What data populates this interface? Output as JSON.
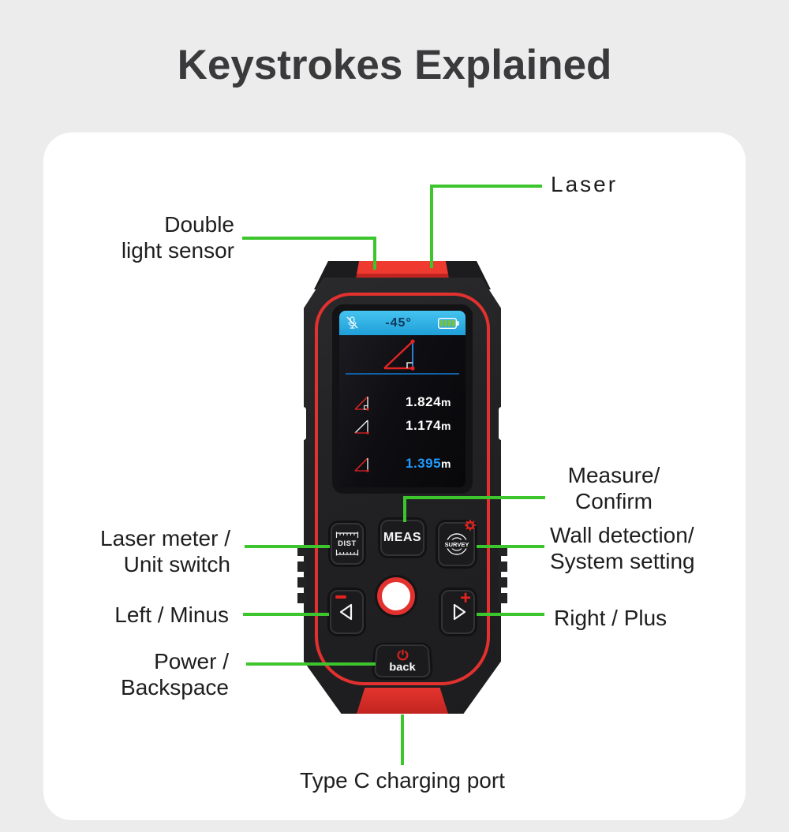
{
  "title": "Keystrokes Explained",
  "device": {
    "screen": {
      "status": {
        "mute_icon": "buzzer-muted-icon",
        "angle": "-45°",
        "battery_icon": "battery-full-icon"
      },
      "graphic": "angle-triangle-diagram",
      "rows": [
        {
          "value": "1.824",
          "unit": "m",
          "highlight": false
        },
        {
          "value": "1.174",
          "unit": "m",
          "highlight": false
        },
        {
          "value": "1.395",
          "unit": "m",
          "highlight": true
        }
      ]
    },
    "buttons": {
      "dist": {
        "label": "DIST"
      },
      "meas": {
        "label": "MEAS"
      },
      "survey": {
        "label": "SURVEY"
      },
      "left": {
        "modifier": "-"
      },
      "right": {
        "modifier": "+"
      },
      "back": {
        "label": "back"
      }
    }
  },
  "callouts": {
    "laser": [
      "Laser"
    ],
    "double_light_sensor": [
      "Double",
      "light sensor"
    ],
    "measure_confirm": [
      "Measure/",
      "Confirm"
    ],
    "wall_detection": [
      "Wall detection/",
      "System setting"
    ],
    "laser_meter": [
      "Laser meter /",
      "Unit switch"
    ],
    "left_minus": [
      "Left / Minus"
    ],
    "right_plus": [
      "Right / Plus"
    ],
    "power_backspace": [
      "Power /",
      "Backspace"
    ],
    "type_c": [
      "Type C charging port"
    ]
  },
  "colors": {
    "background": "#ececec",
    "card": "#ffffff",
    "accent_green": "#3cc52c",
    "device_red": "#e2312e",
    "screen_blue": "#29a9e0",
    "highlight_blue": "#1f9bff"
  }
}
